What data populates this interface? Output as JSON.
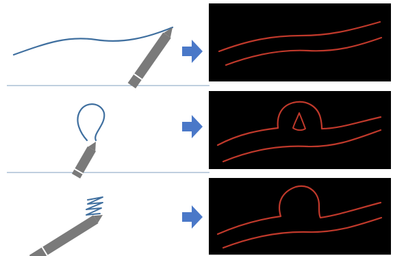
{
  "diagram": {
    "panels": [
      {
        "id": "row-1",
        "input_stroke": "wave",
        "output_result": "double-wave"
      },
      {
        "id": "row-2",
        "input_stroke": "loop",
        "output_result": "double-wave-with-loop-and-hole"
      },
      {
        "id": "row-3",
        "input_stroke": "zigzag-scribble",
        "output_result": "double-wave-with-loop-filled"
      }
    ],
    "colors": {
      "stroke_input": "#3f6f9f",
      "stroke_output": "#c0392b",
      "output_background": "#000000",
      "pencil": "#7a7a7a",
      "arrow": "#4a78c8",
      "divider": "#7f9fbf"
    },
    "icons": {
      "pencil": "pencil-icon",
      "arrow": "right-arrow-icon"
    }
  }
}
